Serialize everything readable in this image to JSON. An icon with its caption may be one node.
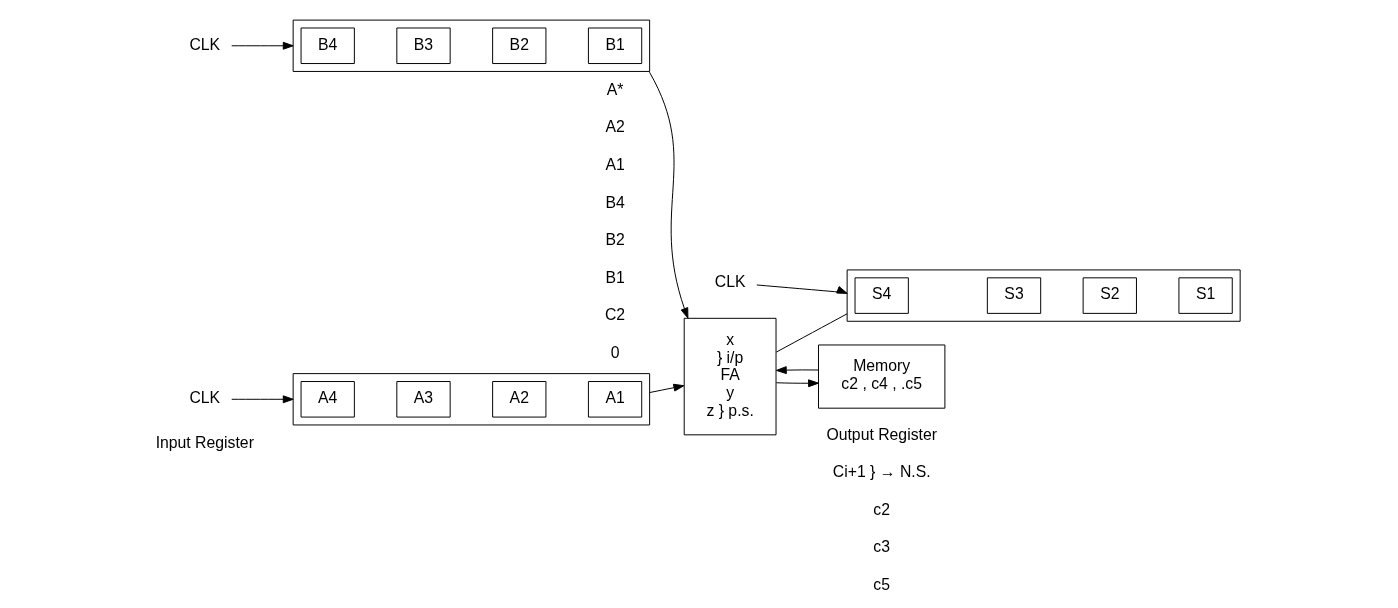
{
  "diagram": {
    "nodes": [
      {
        "text": [],
        "shape": "box"
      },
      {
        "text": [
          "A4"
        ],
        "in": 0
      },
      {
        "text": [
          "A3"
        ],
        "in": 0
      },
      {
        "text": [
          "A2"
        ],
        "in": 0
      },
      {
        "text": [
          "A1"
        ],
        "in": 0
      },
      {
        "text": [],
        "shape": "box"
      },
      {
        "text": [
          "B4"
        ],
        "in": 5
      },
      {
        "text": [
          "B3"
        ],
        "in": 5
      },
      {
        "text": [
          "B2"
        ],
        "in": 5
      },
      {
        "text": [
          "B1"
        ],
        "in": 5
      },
      {
        "text": [
          "x",
          "} i/p",
          "FA",
          "y",
          "z } p.s."
        ]
      },
      {
        "text": [],
        "shape": "box"
      },
      {
        "text": [
          "S4"
        ],
        "in": 11
      },
      {
        "text": [
          "S3"
        ],
        "in": 11
      },
      {
        "text": [
          "S2"
        ],
        "in": 11
      },
      {
        "text": [
          "S1"
        ],
        "in": 11
      },
      {
        "text": [
          "Memory",
          "c2 , c4 , .c5"
        ]
      },
      {
        "text": [
          "CLK"
        ]
      },
      {
        "text": [
          "CLK"
        ]
      },
      {
        "text": [
          "CLK"
        ]
      }
    ],
    "edges": [
      {
        "from": 0,
        "to": 10,
        "arrow": "to"
      },
      {
        "from": 5,
        "to": 10,
        "arrow": "to"
      },
      {
        "from": 10,
        "to": 11,
        "arrow": "none"
      },
      {
        "from": 10,
        "to": 16,
        "arrow": "to"
      },
      {
        "from": 16,
        "to": 10,
        "arrow": "to"
      },
      {
        "from": 17,
        "to": 0,
        "arrow": "to"
      },
      {
        "from": 18,
        "to": 5,
        "arrow": "to"
      },
      {
        "from": 19,
        "to": 11,
        "arrow": "to"
      }
    ],
    "labels": [
      "Input Register",
      "A*",
      "A2",
      "A1",
      "B4",
      "B2",
      "B1",
      "C2",
      "0",
      "Output Register",
      "Ci+1 } → N.S.",
      "c2",
      "c3",
      "c5"
    ]
  }
}
